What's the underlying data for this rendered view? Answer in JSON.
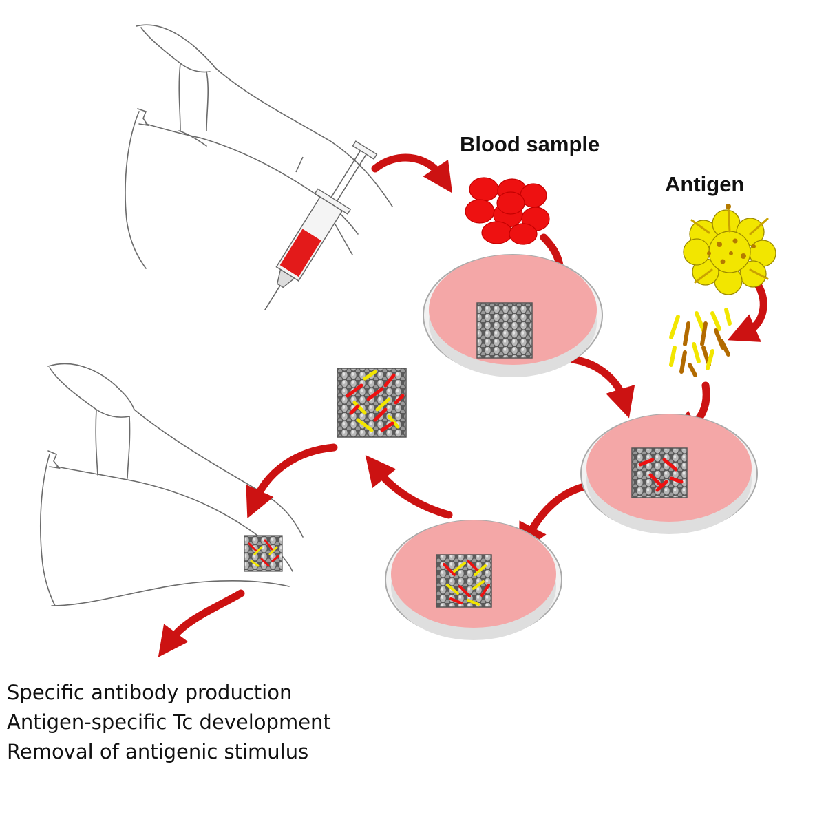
{
  "labels": {
    "blood_sample": "Blood sample",
    "antigen": "Antigen"
  },
  "outcomes": [
    "Specific antibody production",
    "Antigen-specific  Tc development",
    "Removal of antigenic stimulus"
  ],
  "colors": {
    "arrow": "#cc1212",
    "blood_cell": "#ee1111",
    "culture_medium": "#f4a7a7",
    "antigen_yellow": "#f2e600",
    "antigen_brown": "#b26a00",
    "scaffold_gray": "#6f6f6f"
  },
  "icons": [
    "arm-sketch",
    "syringe-icon",
    "red-blood-cells",
    "antigen-particle",
    "petri-dish",
    "nanostructured-scaffold",
    "process-arrow"
  ]
}
